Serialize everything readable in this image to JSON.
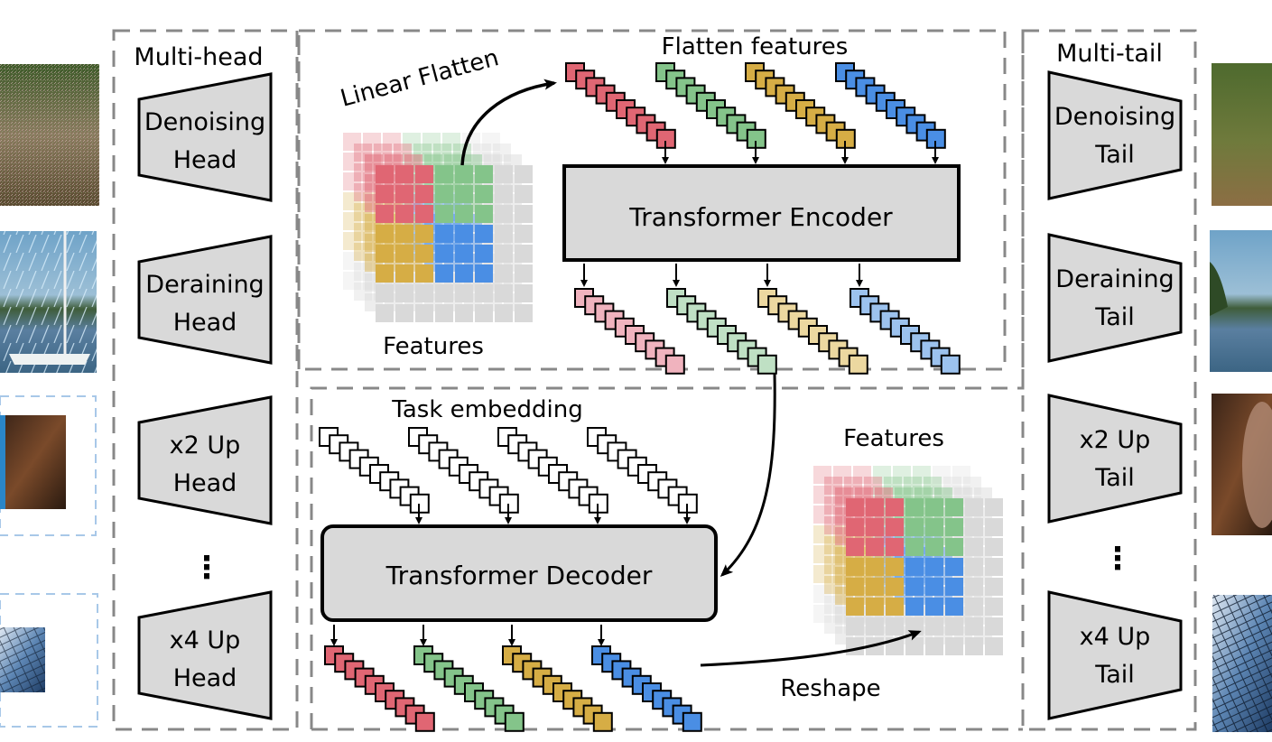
{
  "colors": {
    "red": "#e06673",
    "green": "#84c48a",
    "yellow": "#d6ad45",
    "blue": "#4a8ee4",
    "red_light": "#f0b3be",
    "green_light": "#bfe0c4",
    "yellow_light": "#ecd8a0",
    "blue_light": "#9cc2ee",
    "grid_gray": "#d9d9d9",
    "block_fill": "#d9d9d9",
    "dash_gray": "#888888",
    "dash_blue": "#a8c8e8"
  },
  "multi_head": {
    "title": "Multi-head",
    "heads": [
      {
        "line1": "Denoising",
        "line2": "Head"
      },
      {
        "line1": "Deraining",
        "line2": "Head"
      },
      {
        "line1": "x2 Up",
        "line2": "Head"
      },
      {
        "line1": "x4 Up",
        "line2": "Head"
      }
    ],
    "ellipsis": "⋮"
  },
  "multi_tail": {
    "title": "Multi-tail",
    "tails": [
      {
        "line1": "Denoising",
        "line2": "Tail"
      },
      {
        "line1": "Deraining",
        "line2": "Tail"
      },
      {
        "line1": "x2 Up",
        "line2": "Tail"
      },
      {
        "line1": "x4 Up",
        "line2": "Tail"
      }
    ],
    "ellipsis": "⋮"
  },
  "encoder_section": {
    "linear_flatten_label": "Linear Flatten",
    "features_label": "Features",
    "flatten_features_label": "Flatten features",
    "encoder_label": "Transformer Encoder",
    "tokens_per_sequence": 10,
    "grid_size": 8,
    "quadrant_size": 3,
    "layers": 4
  },
  "decoder_section": {
    "task_embedding_label": "Task embedding",
    "decoder_label": "Transformer Decoder",
    "features_label": "Features",
    "reshape_label": "Reshape"
  },
  "input_images": [
    {
      "name": "noisy-bird-image",
      "desc": "noisy image"
    },
    {
      "name": "rainy-boat-image",
      "desc": "rainy image"
    },
    {
      "name": "lowres-city-image",
      "desc": "low-resolution image (x2)"
    },
    {
      "name": "lowres-building-image",
      "desc": "low-resolution image (x4)"
    }
  ],
  "output_images": [
    {
      "name": "clean-bird-image",
      "desc": "denoised image"
    },
    {
      "name": "clean-lake-image",
      "desc": "derained image"
    },
    {
      "name": "hires-city-image",
      "desc": "super-resolved image (x2)"
    },
    {
      "name": "hires-building-image",
      "desc": "super-resolved image (x4)"
    }
  ]
}
